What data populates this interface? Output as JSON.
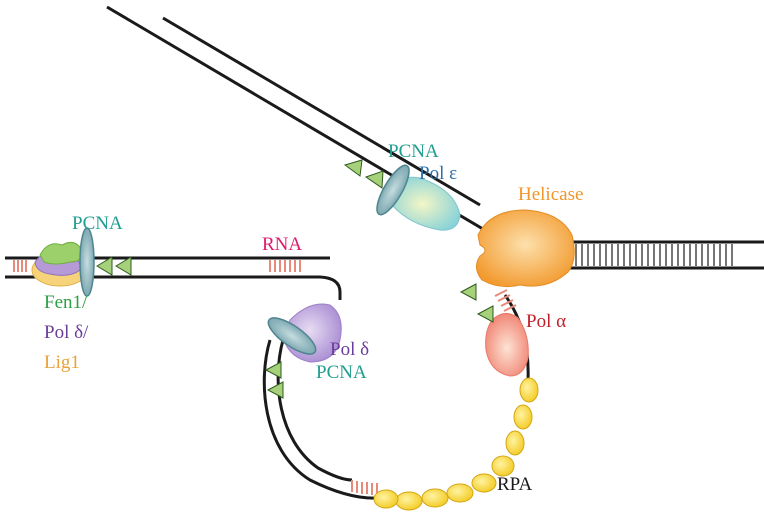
{
  "labels": {
    "pcna_leading": "PCNA",
    "pol_epsilon": "Pol ε",
    "helicase": "Helicase",
    "pcna_left": "PCNA",
    "rna": "RNA",
    "fen1": "Fen1/",
    "pol_delta_left": "Pol δ/",
    "lig1": "Lig1",
    "pol_alpha": "Pol α",
    "pol_delta_mid": "Pol δ",
    "pcna_mid": "PCNA",
    "rpa": "RPA"
  },
  "colors": {
    "dna": "#1a1a1a",
    "pcna": "#1f9e8f",
    "pol_epsilon": "#2b6fa8",
    "helicase": "#f0962a",
    "rna": "#e0196e",
    "fen1": "#2e9e45",
    "pol_delta": "#6a3d9a",
    "lig1": "#e8a23a",
    "pol_alpha": "#c0202a",
    "rpa": "#f2cc1f",
    "primer": "#e88a7a",
    "arrow": "#a6d17a"
  },
  "icons": {
    "arrow": "green-triangle-arrow-icon"
  }
}
